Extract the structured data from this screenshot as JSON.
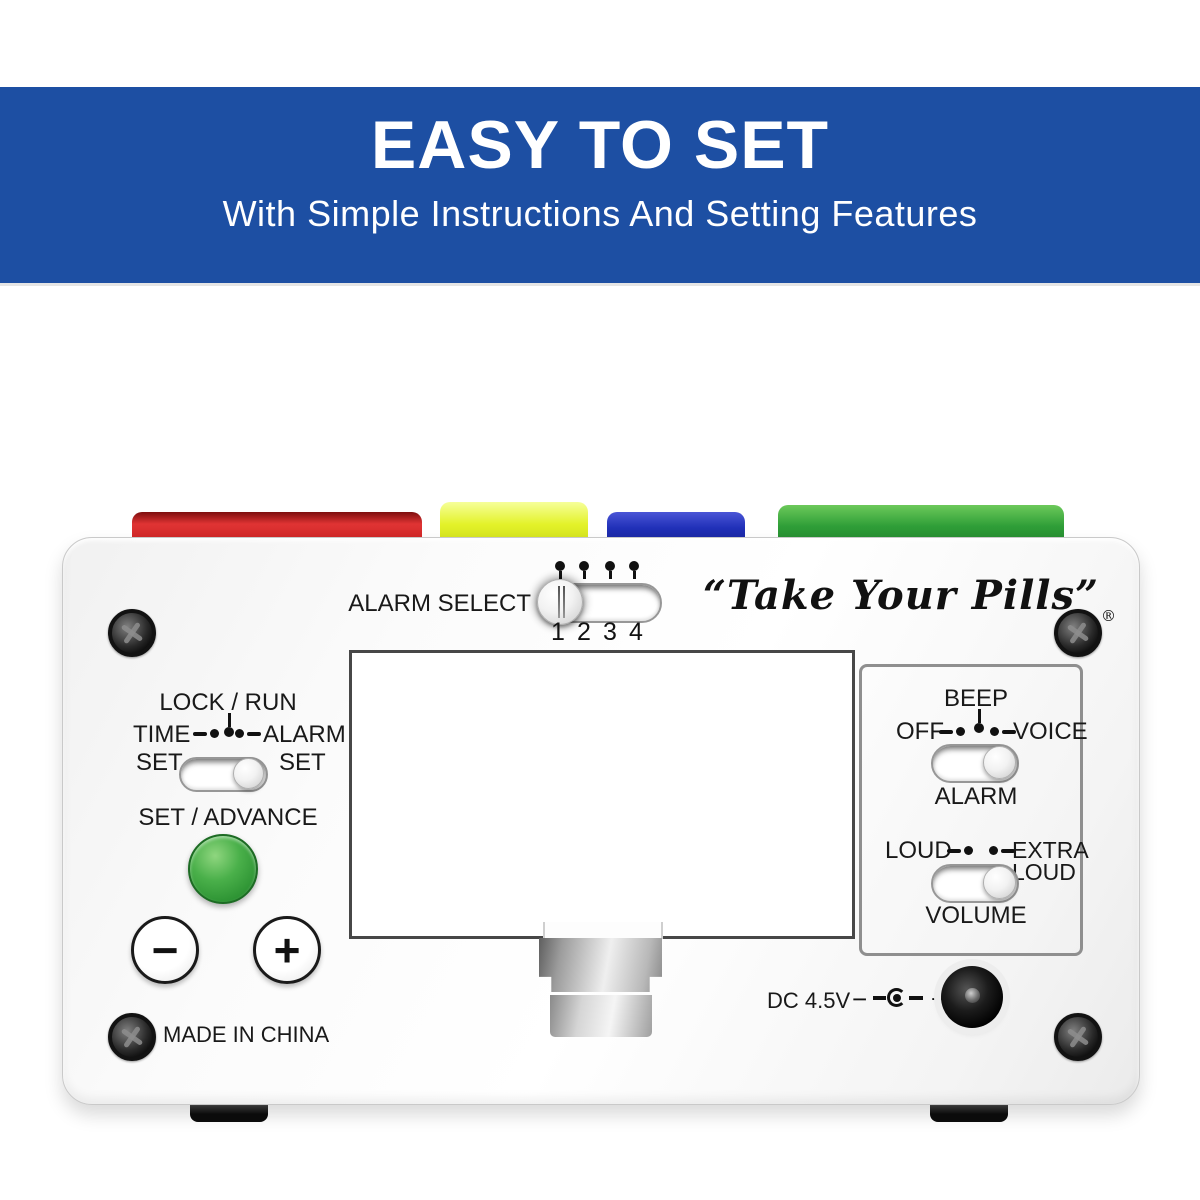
{
  "banner": {
    "title": "EASY TO SET",
    "subtitle": "With Simple Instructions And Setting Features",
    "bg_color": "#1d4fa3",
    "text_color": "#ffffff"
  },
  "device": {
    "brand": {
      "text": "“Take Your Pills”",
      "registered": "®"
    },
    "top_buttons": [
      {
        "name": "red",
        "color": "#c41e1e"
      },
      {
        "name": "yellow",
        "color": "#dfee2e"
      },
      {
        "name": "blue",
        "color": "#1f2cb0"
      },
      {
        "name": "green",
        "color": "#2f9e38"
      }
    ],
    "alarm_select": {
      "label": "ALARM SELECT",
      "positions": [
        "1",
        "2",
        "3",
        "4"
      ],
      "selected": "1"
    },
    "mode_switch": {
      "top_label": "LOCK / RUN",
      "left_label": "TIME",
      "left_sublabel": "SET",
      "right_label": "ALARM",
      "right_sublabel": "SET"
    },
    "set_advance_label": "SET / ADVANCE",
    "set_advance_color": "#3aa845",
    "minus_label": "−",
    "plus_label": "+",
    "made_in": "MADE IN CHINA",
    "sound_panel": {
      "beep": "BEEP",
      "off": "OFF",
      "voice": "VOICE",
      "alarm": "ALARM",
      "loud": "LOUD",
      "extra_line1": "EXTRA",
      "extra_line2": "LOUD",
      "volume": "VOLUME"
    },
    "power": {
      "label": "DC 4.5V",
      "minus": "−",
      "plus": "+"
    }
  }
}
